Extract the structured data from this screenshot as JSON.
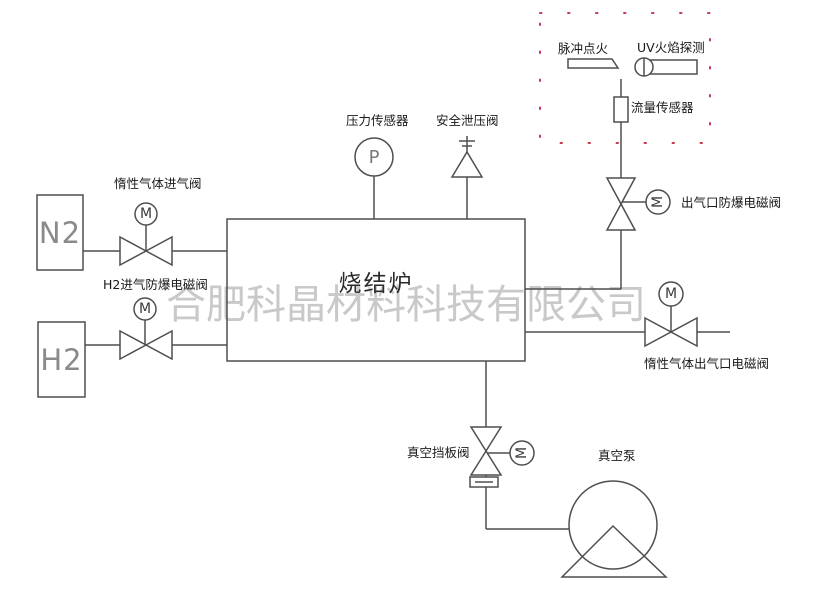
{
  "watermark": "合肥科晶材料科技有限公司",
  "furnace": {
    "label": "烧结炉"
  },
  "sources": {
    "n2_label": "N2",
    "h2_label": "H2"
  },
  "symbols": {
    "motor": "M"
  },
  "valves": {
    "inert_inlet": {
      "label": "惰性气体进气阀"
    },
    "h2_inlet": {
      "label": "H2进气防爆电磁阀"
    },
    "outlet": {
      "label": "出气口防爆电磁阀"
    },
    "inert_outlet": {
      "label": "惰性气体出气口电磁阀"
    },
    "vacuum_baffle": {
      "label": "真空挡板阀"
    },
    "safety_relief": {
      "label": "安全泄压阀"
    }
  },
  "sensors": {
    "pressure": {
      "label": "压力传感器",
      "symbol": "P"
    },
    "flow": {
      "label": "流量传感器"
    }
  },
  "ignition": {
    "pulse": {
      "label": "脉冲点火"
    },
    "uv": {
      "label": "UV火焰探测"
    }
  },
  "pump": {
    "label": "真空泵"
  },
  "colors": {
    "background": "#ffffff",
    "line": "#4f4f4f",
    "label_text": "#1a1a1a",
    "watermark": "#c9c9c9",
    "dashed_box": "#c63a52",
    "source_text": "#8a8a8a"
  }
}
